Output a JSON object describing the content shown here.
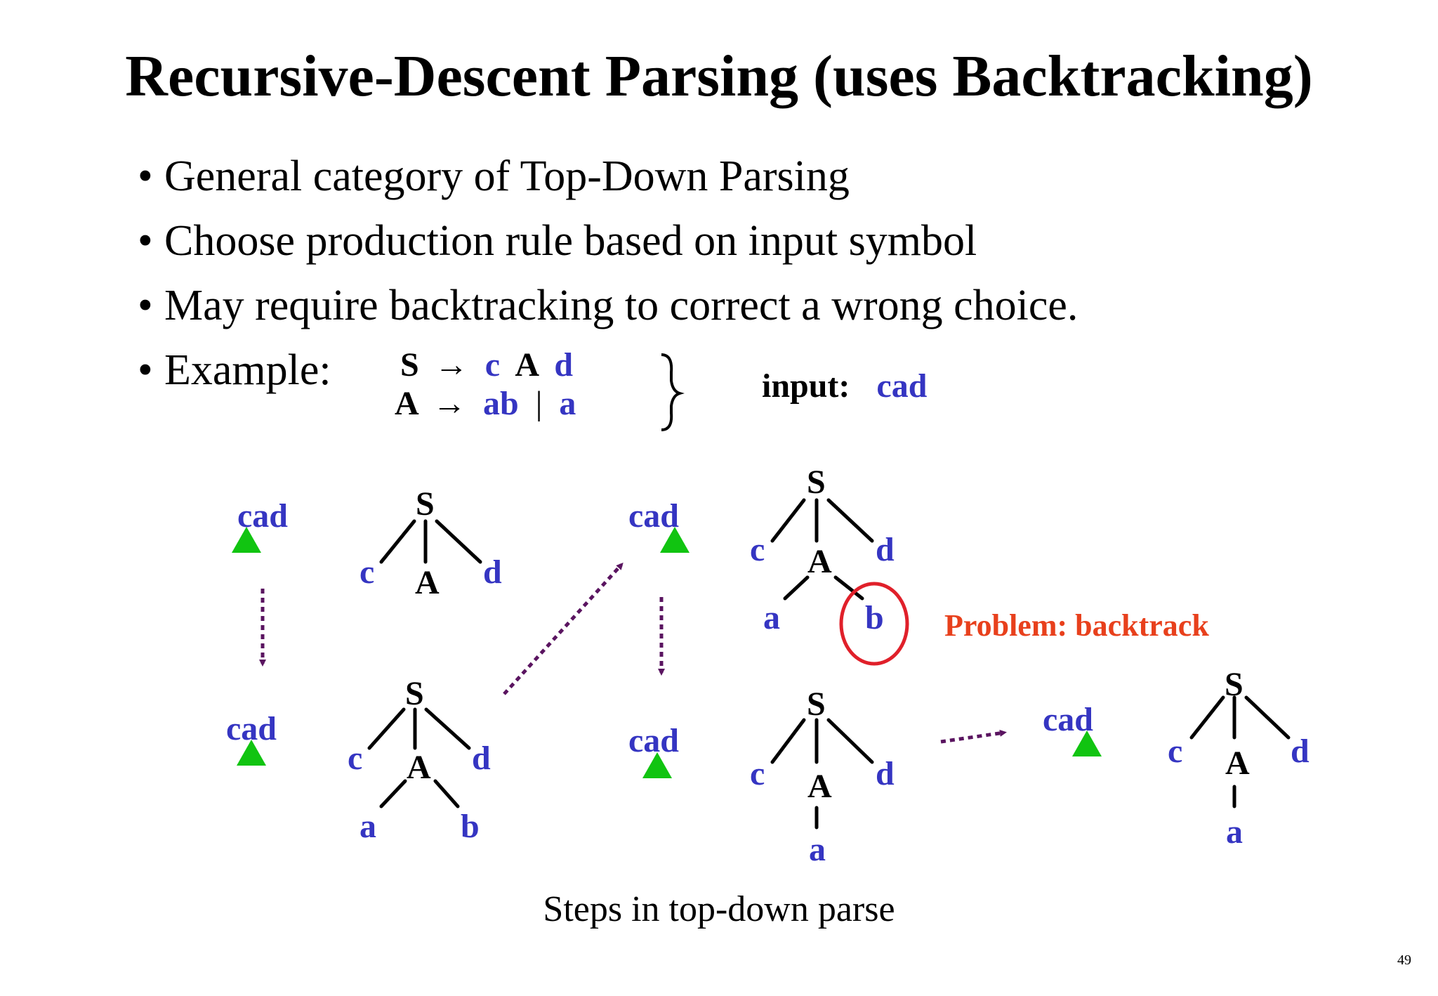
{
  "title": "Recursive-Descent Parsing (uses Backtracking)",
  "bullets": [
    "General category of Top-Down Parsing",
    "Choose production rule based on input symbol",
    "May require backtracking to correct a wrong choice.",
    "Example:"
  ],
  "grammar": {
    "rule1": {
      "lhs": "S",
      "arrow": "→",
      "rhs_c": "c",
      "rhs_A": "A",
      "rhs_d": "d"
    },
    "rule2": {
      "lhs": "A",
      "arrow": "→",
      "alt1": "ab",
      "sep": "|",
      "alt2": "a"
    }
  },
  "input": {
    "label": "input:",
    "value": "cad"
  },
  "problem_label": "Problem: backtrack",
  "input_string": "cad",
  "symbols": {
    "S": "S",
    "A": "A",
    "a": "a",
    "b": "b",
    "c": "c",
    "d": "d"
  },
  "caption": "Steps in top-down parse",
  "page_number": "49",
  "colors": {
    "terminal": "#3535c2",
    "nonterminal": "#000000",
    "pointer": "#11c411",
    "arrow": "#5a1460",
    "problem": "#e8401c",
    "circle": "#e0202a"
  }
}
